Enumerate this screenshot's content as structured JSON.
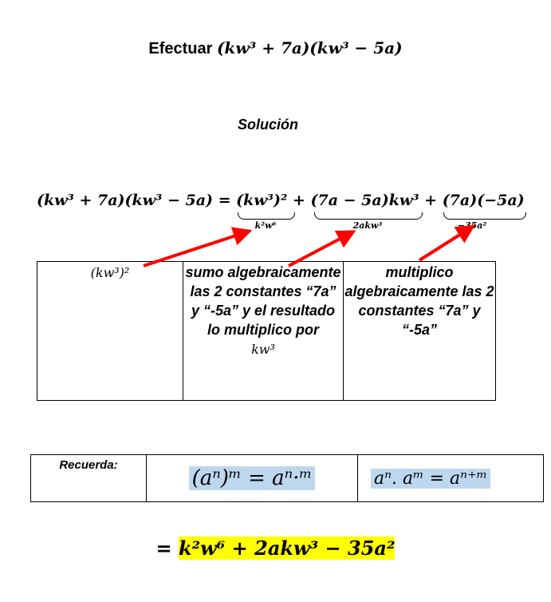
{
  "title": {
    "label": "Efectuar",
    "expression": "(kw³ + 7a)(kw³ − 5a)"
  },
  "solution_heading": "Solución",
  "equation": {
    "lhs": "(kw³ + 7a)(kw³ − 5a) =",
    "term1": "(kw³)²",
    "term1_result": "k²w⁶",
    "plus1": "+",
    "term2": "(7a − 5a)kw³",
    "term2_result": "2akw³",
    "plus2": "+",
    "term3": "(7a)(−5a)",
    "term3_result": "−35a²"
  },
  "explanation_table": {
    "col1": "(kw³)²",
    "col2_text": "sumo algebraicamente las 2 constantes “7a” y “-5a” y el resultado lo multiplico por",
    "col2_math": "kw³",
    "col3_text": "multiplico algebraicamente las 2 constantes “7a” y “-5a”"
  },
  "reminder_table": {
    "label": "Recuerda:",
    "rule1": "(aⁿ)ᵐ = aⁿ·ᵐ",
    "rule2": "aⁿ. aᵐ = aⁿ⁺ᵐ"
  },
  "final_result": {
    "equals": "=",
    "expression": "k²w⁶ + 2akw³ − 35a²"
  },
  "colors": {
    "arrow": "#ff0000",
    "highlight_blue": "#bdd7ee",
    "highlight_yellow": "#ffff00"
  }
}
